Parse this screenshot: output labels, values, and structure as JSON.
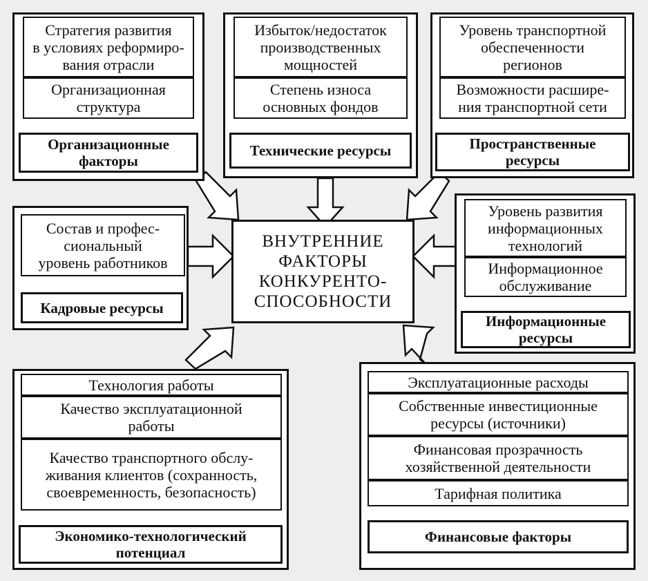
{
  "center": {
    "title": "ВНУТРЕННИЕ\nФАКТОРЫ\nКОНКУРЕНТО-\nСПОСОБНОСТИ"
  },
  "groups": {
    "organizational": {
      "items": [
        "Стратегия развития\nв условиях реформиро-\nвания отрасли",
        "Организационная\nструктура"
      ],
      "result": "Организационные\nфакторы"
    },
    "technical": {
      "items": [
        "Избыток/недостаток\nпроизводственных\nмощностей",
        "Степень износа\nосновных фондов"
      ],
      "result": "Технические ресурсы"
    },
    "spatial": {
      "items": [
        "Уровень транспортной\nобеспеченности\nрегионов",
        "Возможности расшире-\nния транспортной сети"
      ],
      "result": "Пространственные\nресурсы"
    },
    "personnel": {
      "items": [
        "Состав и профес-\nсиональный\nуровень работников"
      ],
      "result": "Кадровые ресурсы"
    },
    "information": {
      "items": [
        "Уровень развития\nинформационных\nтехнологий",
        "Информационное\nобслуживание"
      ],
      "result": "Информационные\nресурсы"
    },
    "economic": {
      "items": [
        "Технология работы",
        "Качество эксплуатационной\nработы",
        "Качество транспортного обслу-\nживания клиентов (сохранность,\nсвоевременность, безопасность)"
      ],
      "result": "Экономико-технологический\nпотенциал"
    },
    "financial": {
      "items": [
        "Эксплуатационные расходы",
        "Собственные инвестиционные\nресурсы (источники)",
        "Финансовая прозрачность\nхозяйственной деятельности",
        "Тарифная политика"
      ],
      "result": "Финансовые факторы"
    }
  }
}
